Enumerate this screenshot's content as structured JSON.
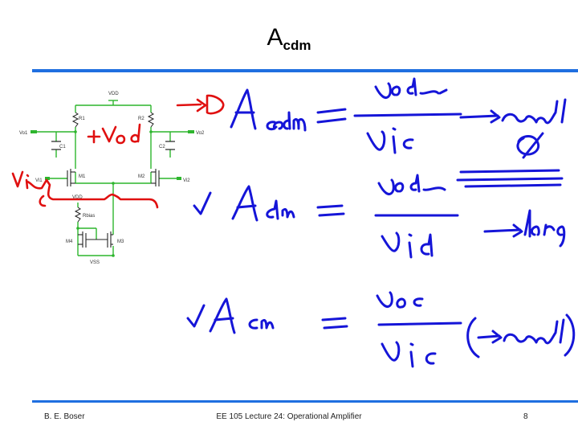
{
  "slide": {
    "title_main": "A",
    "title_sub": "cdm",
    "footer_left": "B. E. Boser",
    "footer_center": "EE 105 Lecture 24: Operational Amplifier",
    "page_number": "8"
  },
  "schematic": {
    "vdd": "VDD",
    "vss": "VSS",
    "r1": "R1",
    "r2": "R2",
    "c1": "C1",
    "c2": "C2",
    "m1": "M1",
    "m2": "M2",
    "m3": "M3",
    "m4": "M4",
    "rbias": "Rbias",
    "vo1": "Vo1",
    "vo2": "Vo2",
    "vi1": "Vi1",
    "vi2": "Vi2",
    "vdd_bias": "VDD"
  },
  "colors": {
    "ink_blue": "#1515d8",
    "ink_red": "#e01010",
    "rule_blue": "#1f6fe0",
    "wire_green": "#2db52d"
  }
}
